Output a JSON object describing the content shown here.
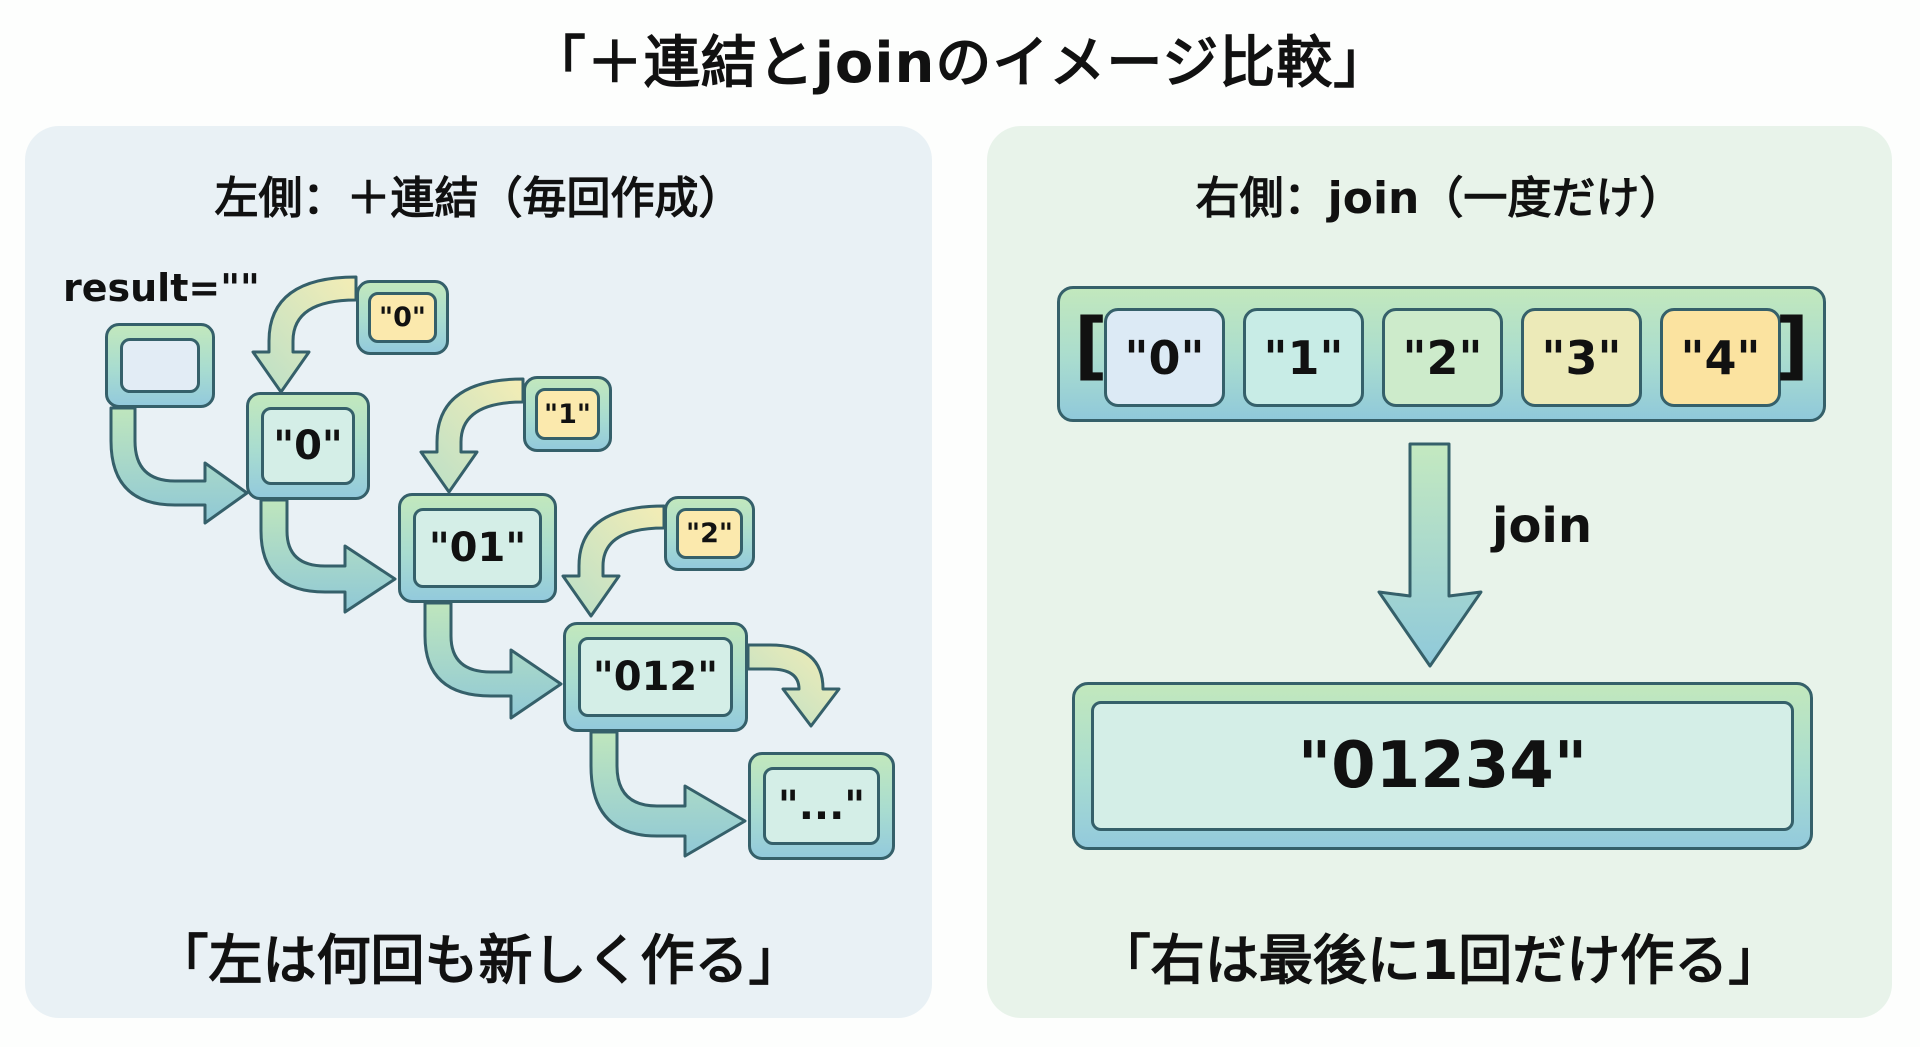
{
  "title": "「＋連結とjoinのイメージ比較」",
  "left_panel": {
    "heading": "左側：＋連結（毎回作成）",
    "initial_label": "result=\"\"",
    "steps": [
      {
        "result": "\"0\"",
        "added": "\"0\""
      },
      {
        "result": "\"01\"",
        "added": "\"1\""
      },
      {
        "result": "\"012\"",
        "added": "\"2\""
      },
      {
        "result": "\"...\""
      }
    ],
    "caption": "「左は何回も新しく作る」",
    "colors": {
      "background": "#e9f1f5",
      "box_border": "#35606a",
      "added_fill": "#fbe9ad"
    }
  },
  "right_panel": {
    "heading": "右側：join（一度だけ）",
    "list_open": "[",
    "list_close": "]",
    "items": [
      {
        "value": "\"0\"",
        "color": "#dceaf5"
      },
      {
        "value": "\"1\"",
        "color": "#c8ece6"
      },
      {
        "value": "\"2\"",
        "color": "#cdebcb"
      },
      {
        "value": "\"3\"",
        "color": "#eceab8"
      },
      {
        "value": "\"4\"",
        "color": "#fbe3a0"
      }
    ],
    "arrow_label": "join",
    "result": "\"01234\"",
    "caption": "「右は最後に1回だけ作る」",
    "colors": {
      "background": "#e8f3ea"
    }
  }
}
